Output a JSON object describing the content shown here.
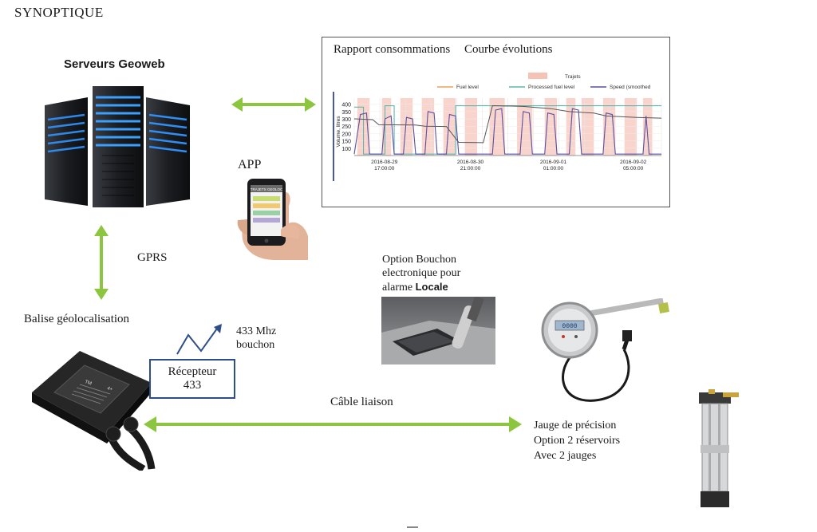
{
  "title": "SYNOPTIQUE",
  "servers": {
    "title": "Serveurs Geoweb"
  },
  "report": {
    "title1": "Rapport consommations",
    "title2": "Courbe évolutions"
  },
  "app_label": "APP",
  "phone_screen": {
    "header": "TRAJETS GEOLOC"
  },
  "gprs_label": "GPRS",
  "balise_label": "Balise géolocalisation",
  "freq_label": [
    "433 Mhz",
    "bouchon"
  ],
  "receiver": {
    "line1": "Récepteur",
    "line2": "433"
  },
  "option": {
    "line1": "Option Bouchon",
    "line2": "electronique pour",
    "line3_prefix": "alarme",
    "line3_bold": "Locale"
  },
  "cable_label": "Câble liaison",
  "jauge": {
    "line1": "Jauge de précision",
    "line2": "Option 2 réservoirs",
    "line3": "Avec 2 jauges"
  },
  "device_labels": {
    "brand": "TM",
    "model": "4+"
  },
  "gauge_display": "0000",
  "colors": {
    "arrow_green": "#8cc63f",
    "receiver_border": "#2d4e88",
    "server_glow": "#2e8ef5"
  },
  "chart_data": {
    "type": "line",
    "ylabel": "Volume, litres",
    "yticks": [
      100,
      150,
      200,
      250,
      300,
      350,
      400
    ],
    "ylim": [
      50,
      420
    ],
    "xticks": [
      {
        "date": "2016-08-29",
        "time": "17:00:00"
      },
      {
        "date": "2016-08-30",
        "time": "21:00:00"
      },
      {
        "date": "2016-09-01",
        "time": "01:00:00"
      },
      {
        "date": "2016-09-02",
        "time": "05:00:00"
      }
    ],
    "legend": {
      "band": "Trajets",
      "series": [
        "Fuel level",
        "Processed fuel level",
        "Speed (smoothed"
      ]
    },
    "series_colors": {
      "Fuel level": "#e8a35a",
      "Processed fuel level": "#5fb7b0",
      "Speed (smoothed": "#5a4fa0",
      "band": "#f6c2b6"
    },
    "trips": [
      [
        0.01,
        0.05
      ],
      [
        0.09,
        0.12
      ],
      [
        0.15,
        0.19
      ],
      [
        0.22,
        0.26
      ],
      [
        0.29,
        0.33
      ],
      [
        0.36,
        0.4
      ],
      [
        0.44,
        0.49
      ],
      [
        0.53,
        0.58
      ],
      [
        0.62,
        0.66
      ],
      [
        0.69,
        0.72
      ],
      [
        0.74,
        0.78
      ],
      [
        0.81,
        0.85
      ],
      [
        0.88,
        0.92
      ],
      [
        0.94,
        0.97
      ]
    ],
    "fuel_series": [
      [
        0.0,
        300
      ],
      [
        0.06,
        295
      ],
      [
        0.08,
        260
      ],
      [
        0.2,
        258
      ],
      [
        0.23,
        250
      ],
      [
        0.3,
        248
      ],
      [
        0.34,
        140
      ],
      [
        0.42,
        138
      ],
      [
        0.45,
        390
      ],
      [
        0.55,
        385
      ],
      [
        0.58,
        380
      ],
      [
        0.64,
        370
      ],
      [
        0.7,
        350
      ],
      [
        0.78,
        340
      ],
      [
        0.82,
        320
      ],
      [
        0.92,
        310
      ],
      [
        1.0,
        305
      ]
    ],
    "processed_series": [
      [
        0.0,
        380
      ],
      [
        0.03,
        380
      ],
      [
        0.03,
        60
      ],
      [
        0.1,
        60
      ],
      [
        0.1,
        390
      ],
      [
        0.13,
        390
      ],
      [
        0.13,
        60
      ],
      [
        0.33,
        60
      ],
      [
        0.33,
        390
      ],
      [
        0.45,
        390
      ],
      [
        0.45,
        390
      ],
      [
        0.6,
        390
      ],
      [
        0.63,
        390
      ],
      [
        0.66,
        390
      ],
      [
        1.0,
        390
      ]
    ],
    "speed_series": [
      [
        0.0,
        60
      ],
      [
        0.02,
        330
      ],
      [
        0.04,
        340
      ],
      [
        0.05,
        60
      ],
      [
        0.09,
        60
      ],
      [
        0.1,
        300
      ],
      [
        0.12,
        320
      ],
      [
        0.13,
        60
      ],
      [
        0.16,
        60
      ],
      [
        0.17,
        310
      ],
      [
        0.19,
        300
      ],
      [
        0.2,
        60
      ],
      [
        0.23,
        60
      ],
      [
        0.24,
        350
      ],
      [
        0.26,
        340
      ],
      [
        0.27,
        60
      ],
      [
        0.3,
        60
      ],
      [
        0.31,
        330
      ],
      [
        0.33,
        320
      ],
      [
        0.34,
        60
      ],
      [
        0.45,
        60
      ],
      [
        0.46,
        360
      ],
      [
        0.48,
        370
      ],
      [
        0.49,
        60
      ],
      [
        0.54,
        60
      ],
      [
        0.55,
        350
      ],
      [
        0.57,
        340
      ],
      [
        0.58,
        60
      ],
      [
        0.62,
        60
      ],
      [
        0.63,
        340
      ],
      [
        0.65,
        330
      ],
      [
        0.66,
        60
      ],
      [
        0.7,
        60
      ],
      [
        0.71,
        370
      ],
      [
        0.73,
        360
      ],
      [
        0.74,
        60
      ],
      [
        0.81,
        60
      ],
      [
        0.82,
        340
      ],
      [
        0.84,
        330
      ],
      [
        0.85,
        60
      ],
      [
        0.94,
        60
      ],
      [
        0.95,
        320
      ],
      [
        0.96,
        60
      ],
      [
        1.0,
        60
      ]
    ]
  }
}
